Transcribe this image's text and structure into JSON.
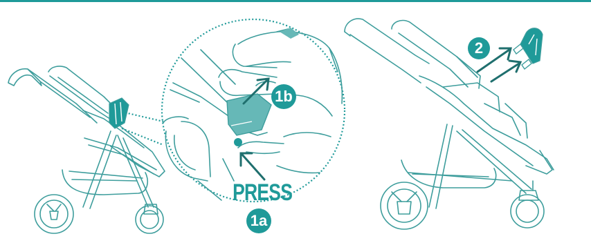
{
  "colors": {
    "teal": "#1f9a99",
    "line": "#3d9d9c",
    "shade": "#66b8b7",
    "bg": "#ffffff"
  },
  "steps": {
    "step_1a": "1a",
    "step_1b": "1b",
    "step_2": "2"
  },
  "action_label": "PRESS"
}
